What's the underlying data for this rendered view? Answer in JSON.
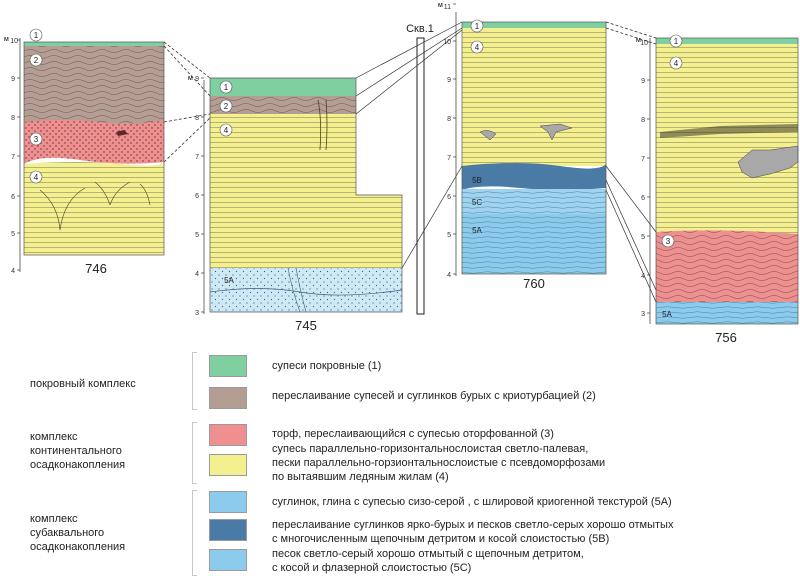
{
  "columns": [
    {
      "id": "746",
      "title": "746",
      "axis_unit": "м",
      "ticks": [
        "4",
        "5",
        "6",
        "7",
        "8",
        "9",
        "10"
      ],
      "layer_labels": [
        "1",
        "2",
        "3",
        "4"
      ]
    },
    {
      "id": "745",
      "title": "745",
      "axis_unit": "м",
      "ticks": [
        "3",
        "4",
        "5",
        "6",
        "7",
        "8",
        "9"
      ],
      "layer_labels": [
        "1",
        "2",
        "4",
        "5A"
      ]
    },
    {
      "id": "760",
      "title": "760",
      "axis_unit": "м",
      "ticks": [
        "4",
        "5",
        "6",
        "7",
        "8",
        "9",
        "10",
        "11"
      ],
      "layer_labels": [
        "1",
        "4",
        "5B",
        "5C",
        "5A"
      ]
    },
    {
      "id": "756",
      "title": "756",
      "axis_unit": "м",
      "ticks": [
        "3",
        "4",
        "5",
        "6",
        "7",
        "8",
        "9",
        "10"
      ],
      "layer_labels": [
        "1",
        "4",
        "3",
        "5A"
      ]
    }
  ],
  "well_label": "Скв.1",
  "legend": {
    "groups": [
      {
        "label": "покровный комплекс"
      },
      {
        "label": "комплекс\nконтинентального\nосадконакопления"
      },
      {
        "label": "комплекс\nсубаквального\nосадконакопления"
      }
    ],
    "items": [
      {
        "color": "#7fcfa0",
        "text": "супеси покровные (1)"
      },
      {
        "color": "#b49d93",
        "text": "переслаивание супесей и суглинков бурых с криотурбацией (2)"
      },
      {
        "color": "#ef8f8f",
        "text": "торф, переслаивающийся с супесью оторфованной (3)"
      },
      {
        "color": "#f5f08f",
        "text": "супесь параллельно-горизонтальнослоистая светло-палевая,\nпески параллельно-горзионтальнослоистые с псевдоморфозами\nпо вытаявшим ледяным жилам (4)"
      },
      {
        "color": "#8ccbec",
        "text": "суглинок, глина с супесью сизо-серой , с шлировой криогенной текстурой (5А)"
      },
      {
        "color": "#4a7aa6",
        "text": "переслаивание суглинков  ярко-бурых и песков светло-серых хорошо отмытых\nс многочисленным щепочным детритом и косой слоистостью (5В)"
      },
      {
        "color": "#8ccbec",
        "text": "песок светло-серый хорошо отмытый с щепочным детритом,\nс косой и флазерной слоистостью (5С)"
      }
    ]
  }
}
